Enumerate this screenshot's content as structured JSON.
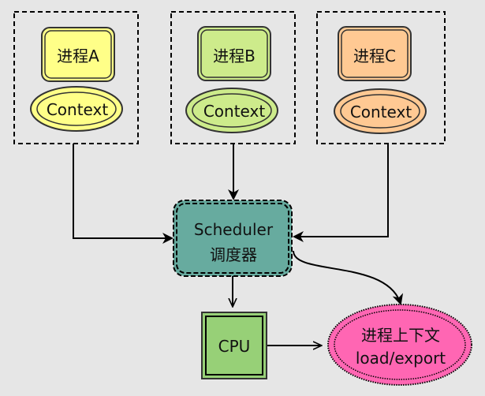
{
  "diagram": {
    "processes": [
      {
        "label": "进程A",
        "context_label": "Context",
        "fill": "#ffff88"
      },
      {
        "label": "进程B",
        "context_label": "Context",
        "fill": "#cdeb8b"
      },
      {
        "label": "进程C",
        "context_label": "Context",
        "fill": "#ffc993"
      }
    ],
    "scheduler": {
      "line1": "Scheduler",
      "line2": "调度器",
      "fill": "#67ab9f"
    },
    "cpu": {
      "label": "CPU",
      "fill": "#97d077"
    },
    "context_switch": {
      "line1": "进程上下文",
      "line2": "load/export",
      "fill": "#ff66b3"
    },
    "edges": [
      {
        "from": "进程A",
        "to": "Scheduler"
      },
      {
        "from": "进程B",
        "to": "Scheduler"
      },
      {
        "from": "进程C",
        "to": "Scheduler"
      },
      {
        "from": "Scheduler",
        "to": "CPU"
      },
      {
        "from": "Scheduler",
        "to": "进程上下文"
      },
      {
        "from": "CPU",
        "to": "进程上下文"
      }
    ]
  }
}
